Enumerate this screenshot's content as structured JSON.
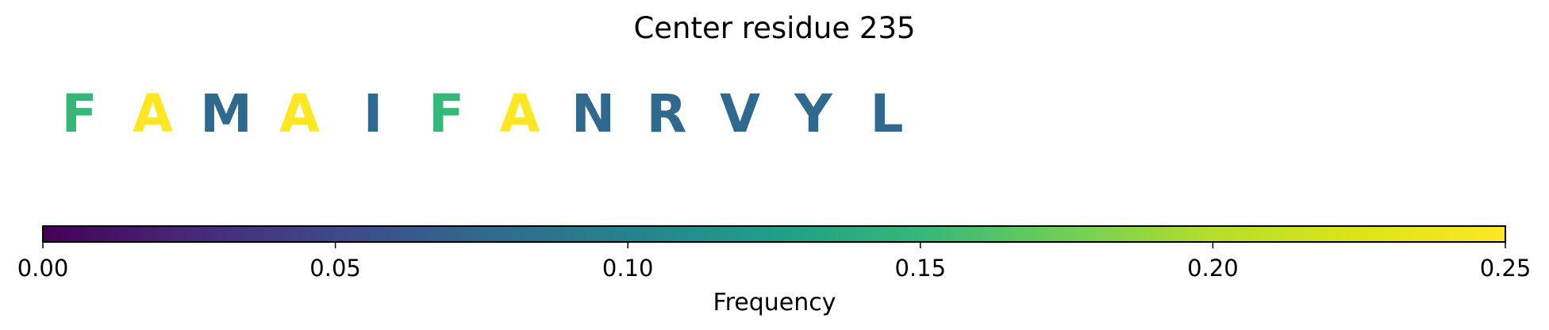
{
  "chart_data": {
    "type": "heatmap",
    "title": "Center residue 235",
    "sequence": [
      {
        "residue": "F",
        "frequency": 0.15
      },
      {
        "residue": "A",
        "frequency": 0.25
      },
      {
        "residue": "M",
        "frequency": 0.075
      },
      {
        "residue": "A",
        "frequency": 0.25
      },
      {
        "residue": "I",
        "frequency": 0.075
      },
      {
        "residue": "F",
        "frequency": 0.15
      },
      {
        "residue": "A",
        "frequency": 0.25
      },
      {
        "residue": "N",
        "frequency": 0.075
      },
      {
        "residue": "R",
        "frequency": 0.075
      },
      {
        "residue": "V",
        "frequency": 0.075
      },
      {
        "residue": "Y",
        "frequency": 0.075
      },
      {
        "residue": "L",
        "frequency": 0.075
      }
    ],
    "colorbar": {
      "label": "Frequency",
      "range": [
        0.0,
        0.25
      ],
      "ticks": [
        0.0,
        0.05,
        0.1,
        0.15,
        0.2,
        0.25
      ],
      "tick_labels": [
        "0.00",
        "0.05",
        "0.10",
        "0.15",
        "0.20",
        "0.25"
      ],
      "colormap": "viridis"
    }
  }
}
